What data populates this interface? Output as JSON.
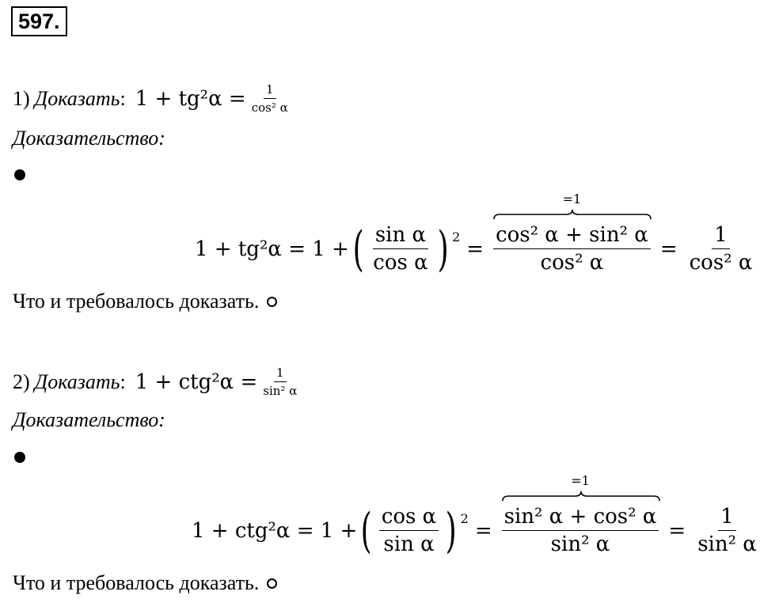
{
  "problem_number": "597.",
  "part1": {
    "label": "1)",
    "prove_word": "Доказать",
    "statement_lhs": "1 + tg²α =",
    "statement_num": "1",
    "statement_den": "cos² α",
    "proof_word": "Доказательство:",
    "lhs": "1 + tg²α = 1 +",
    "inner_num": "sin α",
    "inner_den": "cos α",
    "power": "2",
    "eq": "=",
    "brace_label": "=1",
    "big_num": "cos² α + sin² α",
    "big_den": "cos² α",
    "result_num": "1",
    "result_den": "cos² α",
    "conclusion": "Что и требовалось доказать."
  },
  "part2": {
    "label": "2)",
    "prove_word": "Доказать",
    "statement_lhs": "1 + ctg²α =",
    "statement_num": "1",
    "statement_den": "sin² α",
    "proof_word": "Доказательство:",
    "lhs": "1 + ctg²α = 1 +",
    "inner_num": "cos α",
    "inner_den": "sin α",
    "power": "2",
    "eq": "=",
    "brace_label": "=1",
    "big_num": "sin² α + cos² α",
    "big_den": "sin² α",
    "result_num": "1",
    "result_den": "sin² α",
    "conclusion": "Что и требовалось доказать."
  }
}
